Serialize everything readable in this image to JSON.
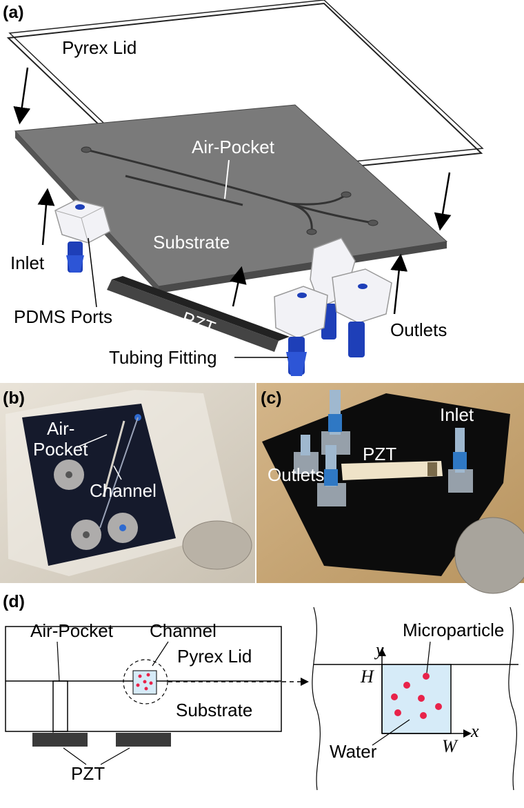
{
  "panel_a": {
    "tag": "(a)",
    "labels": {
      "pyrex_lid": "Pyrex Lid",
      "air_pocket": "Air-Pocket",
      "substrate": "Substrate",
      "inlet": "Inlet",
      "pdms_ports": "PDMS Ports",
      "pzt": "PZT",
      "outlets": "Outlets",
      "tubing_fitting": "Tubing Fitting"
    }
  },
  "panel_b": {
    "tag": "(b)",
    "labels": {
      "air_line1": "Air-",
      "air_line2": "Pocket",
      "channel": "Channel"
    }
  },
  "panel_c": {
    "tag": "(c)",
    "labels": {
      "inlet": "Inlet",
      "pzt": "PZT",
      "outlets": "Outlets"
    }
  },
  "panel_d": {
    "tag": "(d)",
    "labels": {
      "air_pocket": "Air-Pocket",
      "channel": "Channel",
      "pyrex_lid": "Pyrex Lid",
      "substrate": "Substrate",
      "pzt": "PZT",
      "microparticle": "Microparticle",
      "water": "Water",
      "y_axis": "y",
      "x_axis": "x",
      "height": "H",
      "width": "W"
    }
  },
  "colors": {
    "substrate": "#6f6f6f",
    "pzt": "#3a3a3a",
    "fitting": "#1e3fb8",
    "water": "#d6ebf8",
    "particle": "#e8234a",
    "photo_b_bg": "#d9d2c4",
    "photo_c_bg": "#c7a779"
  }
}
